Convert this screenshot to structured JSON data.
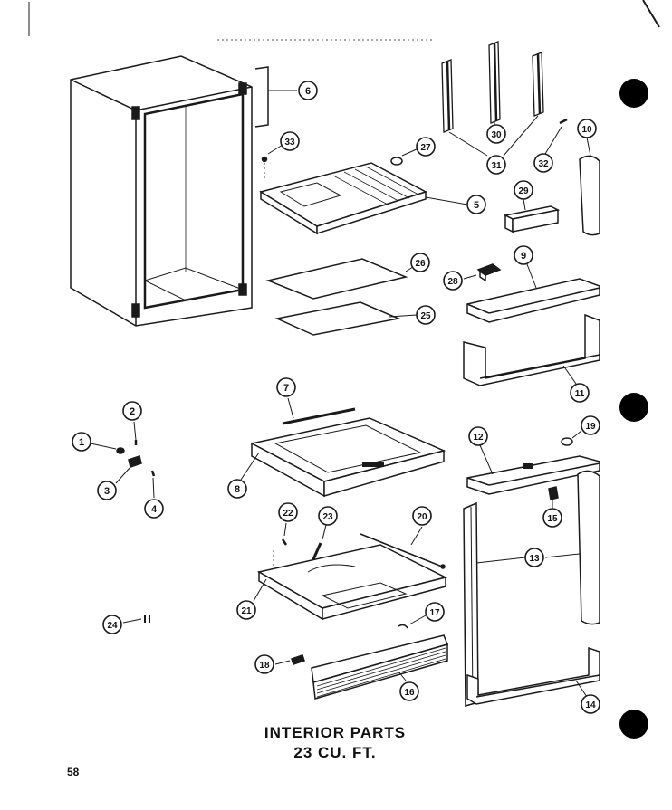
{
  "title_line1": "INTERIOR PARTS",
  "title_line2": "23 CU. FT.",
  "page_number": "58",
  "callouts": [
    "1",
    "2",
    "3",
    "4",
    "5",
    "6",
    "7",
    "8",
    "9",
    "10",
    "11",
    "12",
    "13",
    "14",
    "15",
    "16",
    "17",
    "18",
    "19",
    "20",
    "21",
    "22",
    "23",
    "24",
    "25",
    "26",
    "27",
    "28",
    "29",
    "30",
    "31",
    "32",
    "33"
  ],
  "colors": {
    "ink": "#1a1a1a",
    "paper": "#ffffff",
    "hole_punch": "#000000"
  }
}
